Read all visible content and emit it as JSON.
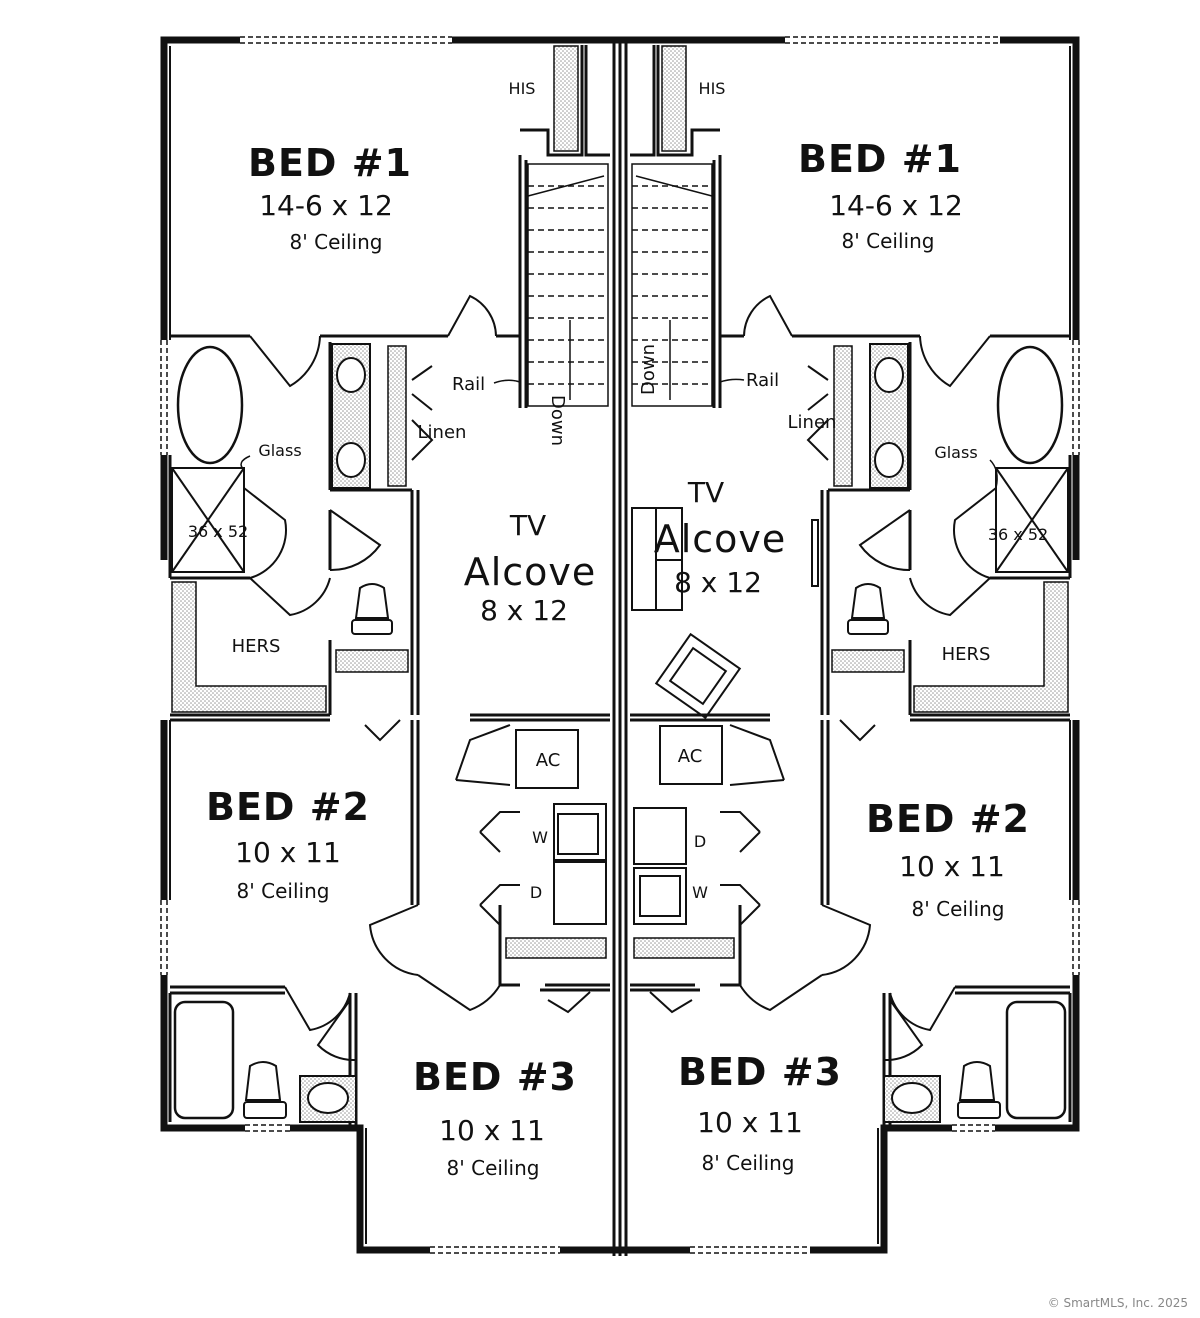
{
  "left_unit": {
    "bed1": {
      "name": "BED #1",
      "size": "14-6 x 12",
      "ceiling": "8' Ceiling"
    },
    "bed2": {
      "name": "BED #2",
      "size": "10 x 11",
      "ceiling": "8' Ceiling"
    },
    "bed3": {
      "name": "BED #3",
      "size": "10 x 11",
      "ceiling": "8' Ceiling"
    },
    "tv": {
      "line1": "TV",
      "line2": "Alcove",
      "size": "8 x 12"
    },
    "his": "HIS",
    "hers": "HERS",
    "rail": "Rail",
    "linen": "Linen",
    "glass": "Glass",
    "shower": "36 x 52",
    "stair": "Down",
    "ac": "AC",
    "washer": "W",
    "dryer": "D"
  },
  "right_unit": {
    "bed1": {
      "name": "BED #1",
      "size": "14-6 x 12",
      "ceiling": "8' Ceiling"
    },
    "bed2": {
      "name": "BED #2",
      "size": "10 x 11",
      "ceiling": "8' Ceiling"
    },
    "bed3": {
      "name": "BED #3",
      "size": "10 x 11",
      "ceiling": "8' Ceiling"
    },
    "tv": {
      "line1": "TV",
      "line2": "Alcove",
      "size": "8 x 12"
    },
    "his": "HIS",
    "hers": "HERS",
    "rail": "Rail",
    "linen": "Linen",
    "glass": "Glass",
    "shower": "36 x 52",
    "stair": "Down",
    "ac": "AC",
    "washer": "W",
    "dryer": "D"
  },
  "copyright": "© SmartMLS, Inc.  2025"
}
